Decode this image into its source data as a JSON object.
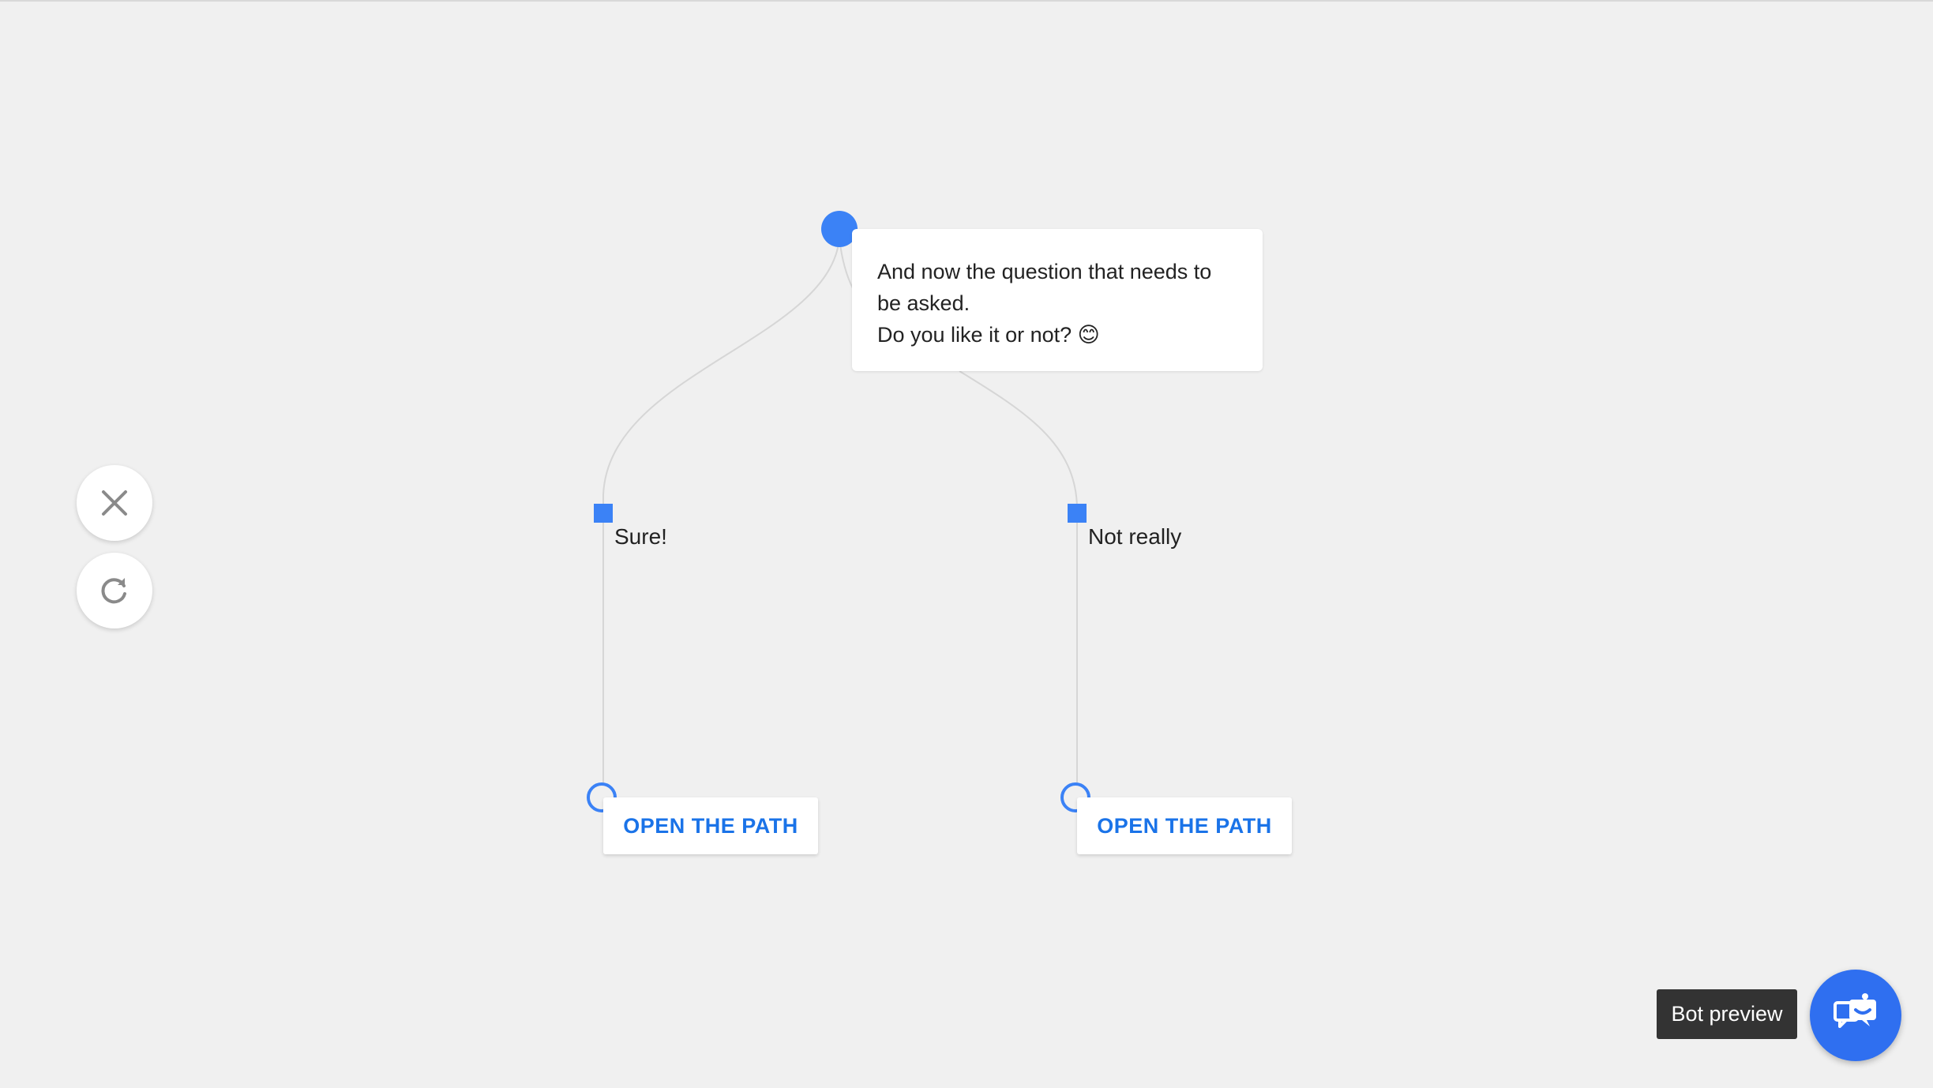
{
  "canvas": {
    "background": "#f0f0f0",
    "accent": "#3b82f6"
  },
  "toolbar": {
    "close_icon": "close-icon",
    "reset_icon": "refresh-icon"
  },
  "question": {
    "line1": "And now the question  that needs to be asked.",
    "line2": "Do you like it or not? 😊"
  },
  "answers": [
    {
      "label": "Sure!",
      "path_button": "OPEN THE PATH"
    },
    {
      "label": "Not really",
      "path_button": "OPEN THE PATH"
    }
  ],
  "bot_preview": {
    "tooltip": "Bot preview",
    "icon": "bot-chat-icon",
    "color": "#2f6ff0"
  }
}
